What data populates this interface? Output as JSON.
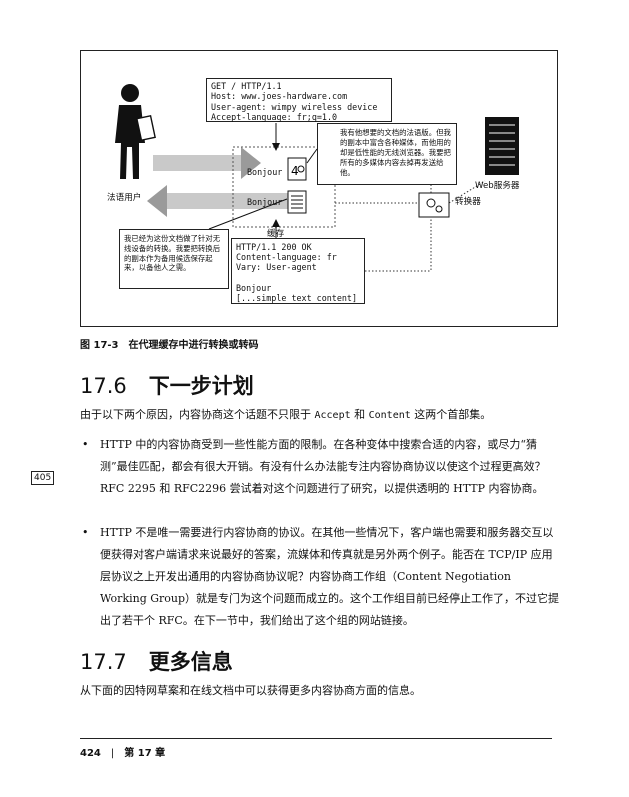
{
  "figure": {
    "request_lines": [
      "GET / HTTP/1.1",
      "Host: www.joes-hardware.com",
      "User-agent: wimpy wireless device",
      "Accept-language: fr;q=1.0"
    ],
    "response_lines": [
      "HTTP/1.1 200 OK",
      "Content-language: fr",
      "Vary: User-agent",
      "",
      "Bonjour",
      "[...simple text content]"
    ],
    "note_top": "我有他想要的文档的法语版。但我的副本中富含各种媒体，而他用的却是低性能的无线浏览器。我要把所有的多媒体内容去掉再发送给他。",
    "note_bottom": "我已经为这份文档做了针对无线设备的转换。我要把转换后的副本作为备用候选保存起来，以备他人之需。",
    "label_user": "法语用户",
    "label_cache": "缓存",
    "label_server": "Web服务器",
    "label_converter": "转换器",
    "bonjour_top": "Bonjour",
    "bonjour_bottom": "Bonjour"
  },
  "caption": {
    "number": "图 17-3",
    "text": "在代理缓存中进行转换或转码"
  },
  "section_1": {
    "number": "17.6",
    "title": "下一步计划"
  },
  "intro": {
    "before": "由于以下两个原因，内容协商这个话题不只限于 ",
    "code1": "Accept",
    "middle": " 和 ",
    "code2": "Content",
    "after": " 这两个首部集。"
  },
  "bullets": [
    "HTTP 中的内容协商受到一些性能方面的限制。在各种变体中搜索合适的内容，或尽力“猜测”最佳匹配，都会有很大开销。有没有什么办法能专注内容协商协议以使这个过程更高效？ RFC 2295 和 RFC2296 尝试着对这个问题进行了研究，以提供透明的 HTTP 内容协商。",
    "HTTP 不是唯一需要进行内容协商的协议。在其他一些情况下，客户端也需要和服务器交互以便获得对客户端请求来说最好的答案，流媒体和传真就是另外两个例子。能否在 TCP/IP 应用层协议之上开发出通用的内容协商协议呢？内容协商工作组（Content Negotiation Working Group）就是专门为这个问题而成立的。这个工作组目前已经停止工作了，不过它提出了若干个 RFC。在下一节中，我们给出了这个组的网站链接。"
  ],
  "margin_page": "405",
  "section_2": {
    "number": "17.7",
    "title": "更多信息"
  },
  "closing": "从下面的因特网草案和在线文档中可以获得更多内容协商方面的信息。",
  "footer": {
    "page": "424",
    "separator": "|",
    "chapter": "第 17 章"
  }
}
